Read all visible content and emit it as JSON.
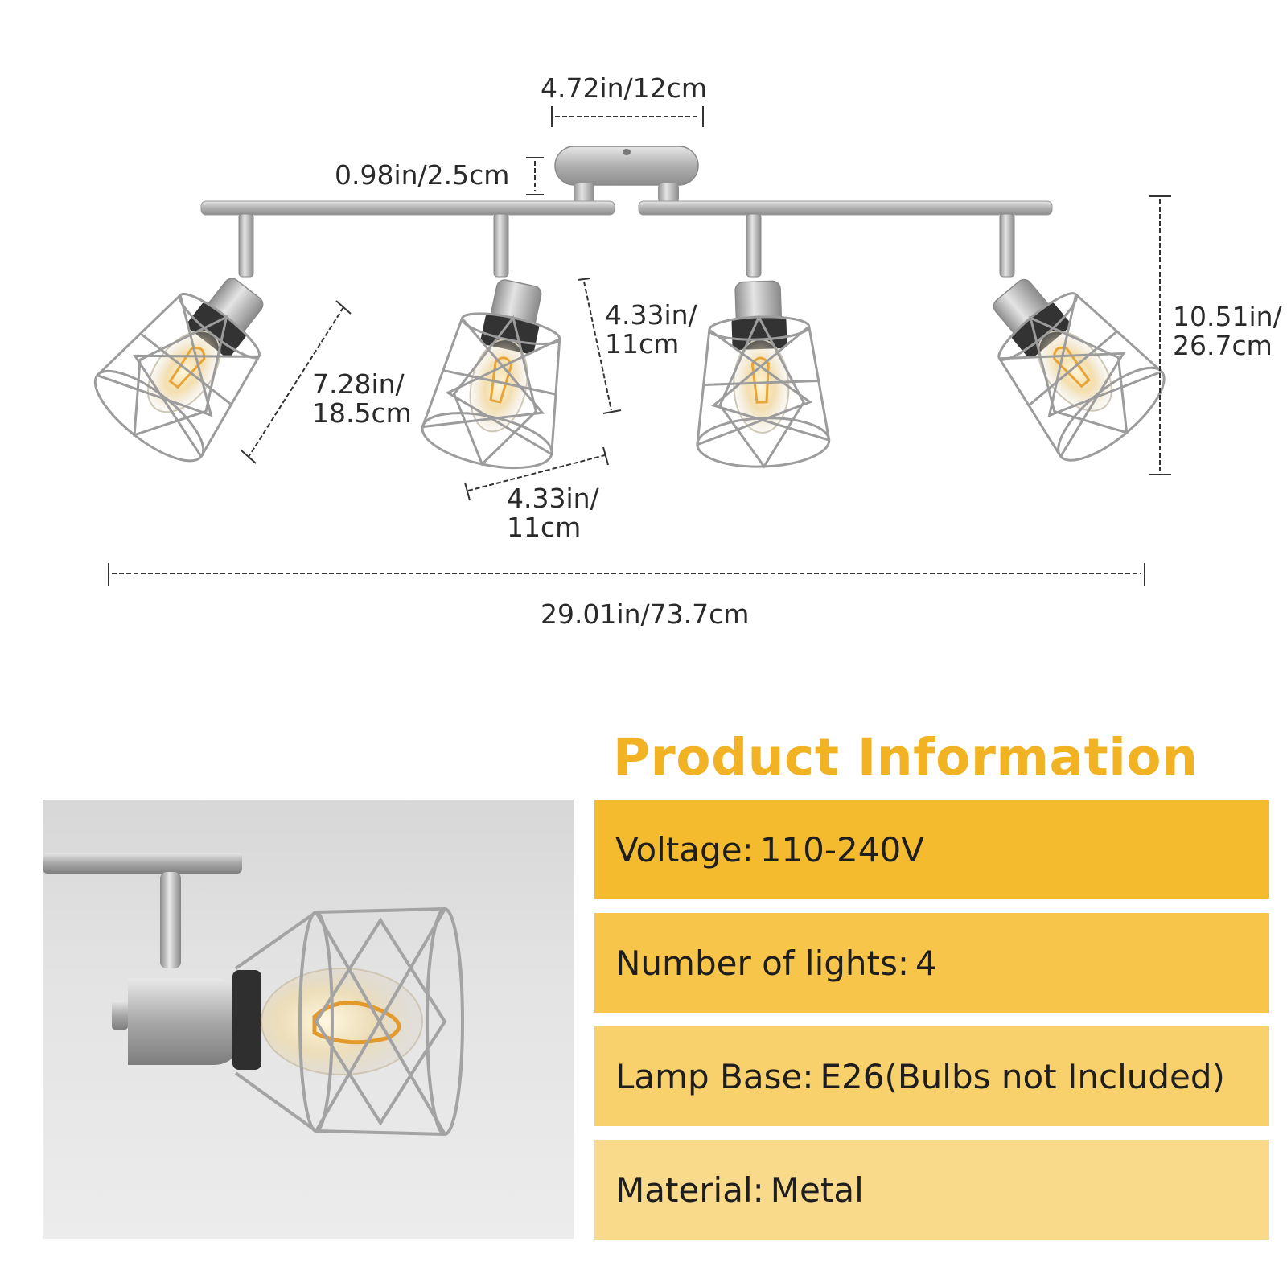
{
  "dimensions": {
    "canopy_width": "4.72in/12cm",
    "canopy_height": "0.98in/2.5cm",
    "shade_length_line1": "7.28in/",
    "shade_length_line2": "18.5cm",
    "shade_height_line1": "4.33in/",
    "shade_height_line2": "11cm",
    "shade_width_line1": "4.33in/",
    "shade_width_line2": "11cm",
    "total_height_line1": "10.51in/",
    "total_height_line2": "26.7cm",
    "total_length": "29.01in/73.7cm"
  },
  "product_info": {
    "title": "Product Information",
    "rows": [
      {
        "label": "Voltage:",
        "value": "110-240V"
      },
      {
        "label": "Number of lights:",
        "value": "4"
      },
      {
        "label": "Lamp Base:",
        "value": "E26(Bulbs not Included)"
      },
      {
        "label": "Material:",
        "value": "Metal"
      }
    ]
  },
  "colors": {
    "accent": "#f1b224",
    "row1": "#f4bb2e",
    "row2": "#f6c54a",
    "row3": "#f8d06c",
    "row4": "#f9d98a",
    "metal": "#b9b9b9"
  }
}
